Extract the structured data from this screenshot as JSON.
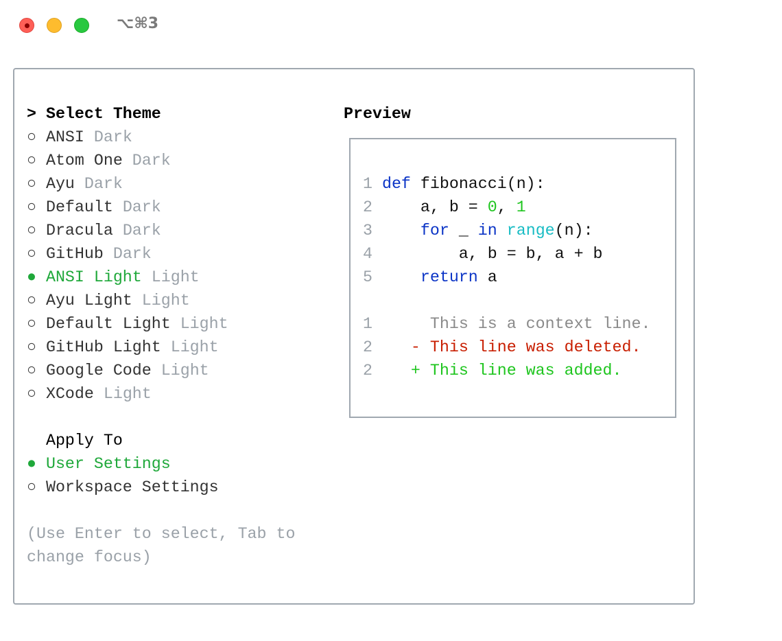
{
  "window": {
    "title": "⌥⌘3",
    "buttons": [
      "close",
      "minimize",
      "maximize"
    ]
  },
  "theme_list": {
    "heading_prefix": "> ",
    "heading": "Select Theme",
    "items": [
      {
        "bullet": "○ ",
        "name": "ANSI",
        "type": "Dark",
        "selected": false
      },
      {
        "bullet": "○ ",
        "name": "Atom One",
        "type": "Dark",
        "selected": false
      },
      {
        "bullet": "○ ",
        "name": "Ayu",
        "type": "Dark",
        "selected": false
      },
      {
        "bullet": "○ ",
        "name": "Default",
        "type": "Dark",
        "selected": false
      },
      {
        "bullet": "○ ",
        "name": "Dracula",
        "type": "Dark",
        "selected": false
      },
      {
        "bullet": "○ ",
        "name": "GitHub",
        "type": "Dark",
        "selected": false
      },
      {
        "bullet": "● ",
        "name": "ANSI Light",
        "type": "Light",
        "selected": true
      },
      {
        "bullet": "○ ",
        "name": "Ayu Light",
        "type": "Light",
        "selected": false
      },
      {
        "bullet": "○ ",
        "name": "Default Light",
        "type": "Light",
        "selected": false
      },
      {
        "bullet": "○ ",
        "name": "GitHub Light",
        "type": "Light",
        "selected": false
      },
      {
        "bullet": "○ ",
        "name": "Google Code",
        "type": "Light",
        "selected": false
      },
      {
        "bullet": "○ ",
        "name": "XCode",
        "type": "Light",
        "selected": false
      }
    ]
  },
  "apply_to": {
    "heading": "Apply To",
    "items": [
      {
        "bullet": "● ",
        "label": "User Settings",
        "selected": true
      },
      {
        "bullet": "○ ",
        "label": "Workspace Settings",
        "selected": false
      }
    ]
  },
  "hint": {
    "line1": "(Use Enter to select, Tab to",
    "line2": "change focus)"
  },
  "preview": {
    "title": "Preview",
    "code": [
      {
        "n": "1",
        "parts": [
          [
            "kw",
            "def"
          ],
          [
            "code",
            " fibonacci(n):"
          ]
        ]
      },
      {
        "n": "2",
        "parts": [
          [
            "code",
            "    a, b = "
          ],
          [
            "num",
            "0"
          ],
          [
            "code",
            ", "
          ],
          [
            "num",
            "1"
          ]
        ]
      },
      {
        "n": "3",
        "parts": [
          [
            "code",
            "    "
          ],
          [
            "kw",
            "for"
          ],
          [
            "code",
            " _ "
          ],
          [
            "kw",
            "in"
          ],
          [
            "code",
            " "
          ],
          [
            "fn",
            "range"
          ],
          [
            "code",
            "(n):"
          ]
        ]
      },
      {
        "n": "4",
        "parts": [
          [
            "code",
            "        a, b = b, a + b"
          ]
        ]
      },
      {
        "n": "5",
        "parts": [
          [
            "code",
            "    "
          ],
          [
            "kw",
            "return"
          ],
          [
            "code",
            " a"
          ]
        ]
      }
    ],
    "diff": [
      {
        "n": "1",
        "marker": "      ",
        "text": "This is a context line.",
        "kind": "ctx"
      },
      {
        "n": "2",
        "marker": "    - ",
        "text": "This line was deleted.",
        "kind": "del"
      },
      {
        "n": "2",
        "marker": "    + ",
        "text": "This line was added.",
        "kind": "add"
      }
    ]
  },
  "colors": {
    "selected": "#1fa83a",
    "dim": "#9aa1a8",
    "keyword": "#0b34c6",
    "number": "#1ec51e",
    "builtin": "#18bcc4",
    "deleted": "#c81e00",
    "added": "#1ec51e"
  }
}
